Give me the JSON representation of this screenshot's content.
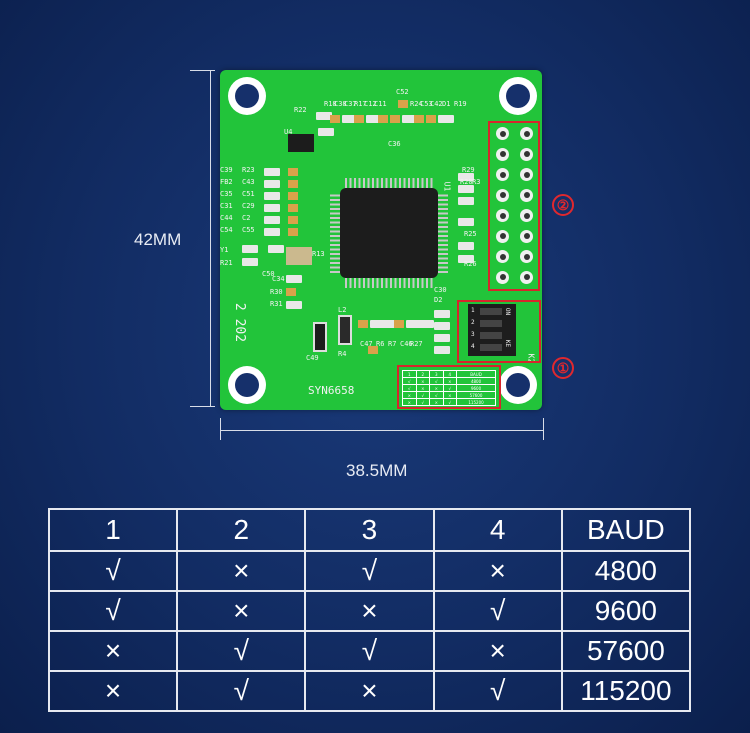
{
  "dimensions": {
    "height": "42MM",
    "width": "38.5MM"
  },
  "board": {
    "model": "SYN6658",
    "date_code": "2 202",
    "chip_label": "U1",
    "dip_labels": {
      "on": "ON",
      "ke": "KE",
      "numbers": [
        "1",
        "2",
        "3",
        "4"
      ],
      "ref": "K2"
    },
    "designators": [
      "R22",
      "U4",
      "R18",
      "C38",
      "C37",
      "R17",
      "C12",
      "C11",
      "C52",
      "R24",
      "C53",
      "C42",
      "D1",
      "R19",
      "C36",
      "C39",
      "R23",
      "FB2",
      "C43",
      "C35",
      "C51",
      "C31",
      "C29",
      "C44",
      "C2",
      "C54",
      "C55",
      "Y1",
      "R21",
      "R13",
      "C50",
      "C34",
      "R30",
      "R31",
      "R29",
      "R20",
      "R3",
      "R25",
      "R26",
      "C30",
      "D2",
      "L2",
      "C49",
      "R4",
      "C47",
      "R6",
      "R7",
      "C46",
      "R27"
    ]
  },
  "markers": {
    "dip_switch": "①",
    "header": "②"
  },
  "baud_table": {
    "headers": [
      "1",
      "2",
      "3",
      "4",
      "BAUD"
    ],
    "rows": [
      [
        "√",
        "×",
        "√",
        "×",
        "4800"
      ],
      [
        "√",
        "×",
        "×",
        "√",
        "9600"
      ],
      [
        "×",
        "√",
        "√",
        "×",
        "57600"
      ],
      [
        "×",
        "√",
        "×",
        "√",
        "115200"
      ]
    ]
  },
  "colors": {
    "background": "#122c63",
    "pcb": "#22c43a",
    "highlight": "#d7262c"
  }
}
